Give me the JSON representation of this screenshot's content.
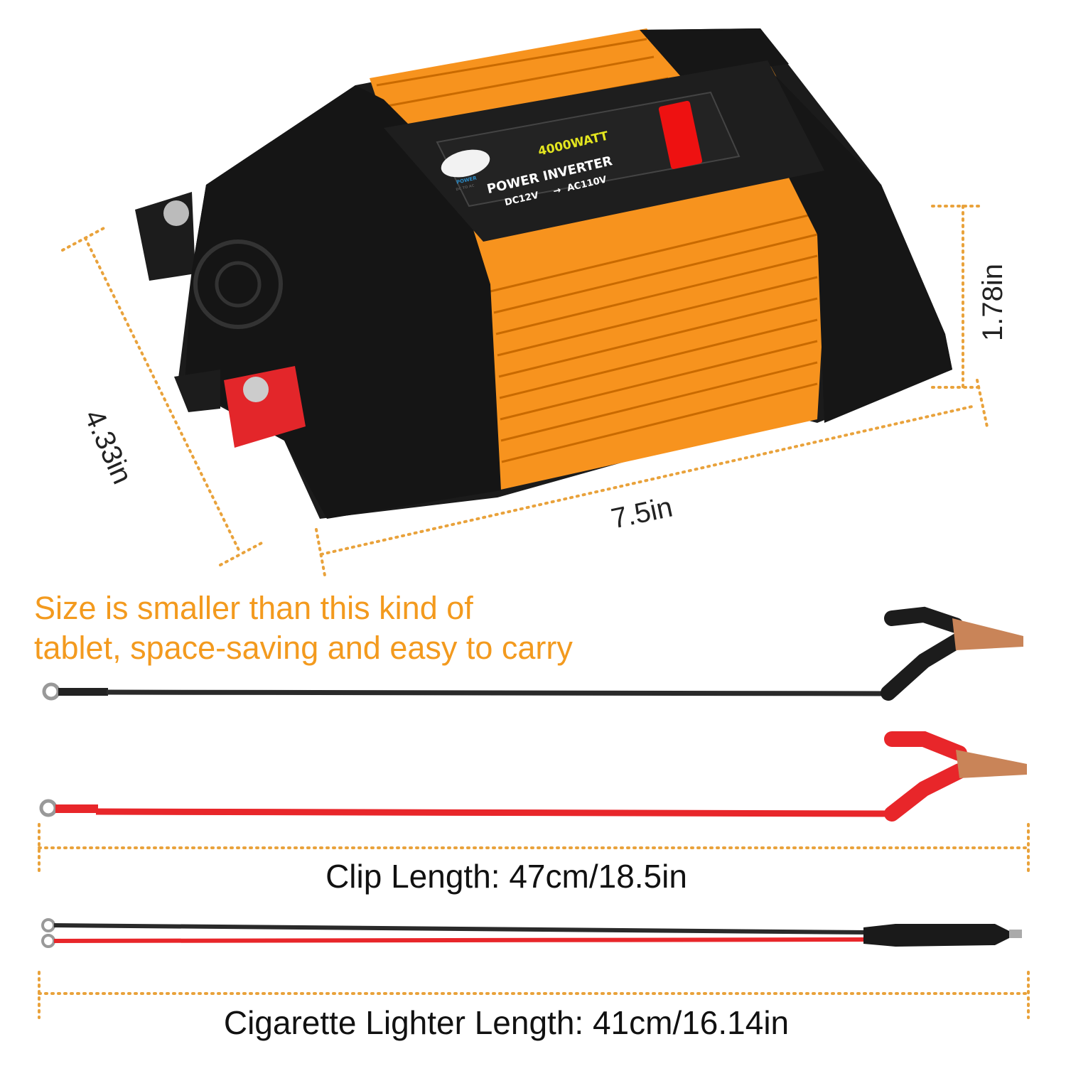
{
  "product": {
    "label_brand": "POWER",
    "label_brand_sub": "DC TO AC",
    "label_wattage": "4000WATT",
    "label_title": "POWER INVERTER",
    "label_conversion_in": "DC12V",
    "label_conversion_out": "AC110V"
  },
  "dimensions": {
    "depth": "4.33in",
    "length": "7.5in",
    "height": "1.78in"
  },
  "tagline": {
    "line1": "Size is smaller than this kind of",
    "line2": "tablet, space-saving and easy to carry"
  },
  "cables": {
    "clip_length": "Clip Length: 47cm/18.5in",
    "cigarette_length": "Cigarette Lighter Length: 41cm/16.14in"
  },
  "colors": {
    "accent_orange": "#f39a1e",
    "body_orange": "#f7931e",
    "dimension_dots": "#e9a23b",
    "cable_red": "#e8262a",
    "cable_black": "#222222"
  }
}
